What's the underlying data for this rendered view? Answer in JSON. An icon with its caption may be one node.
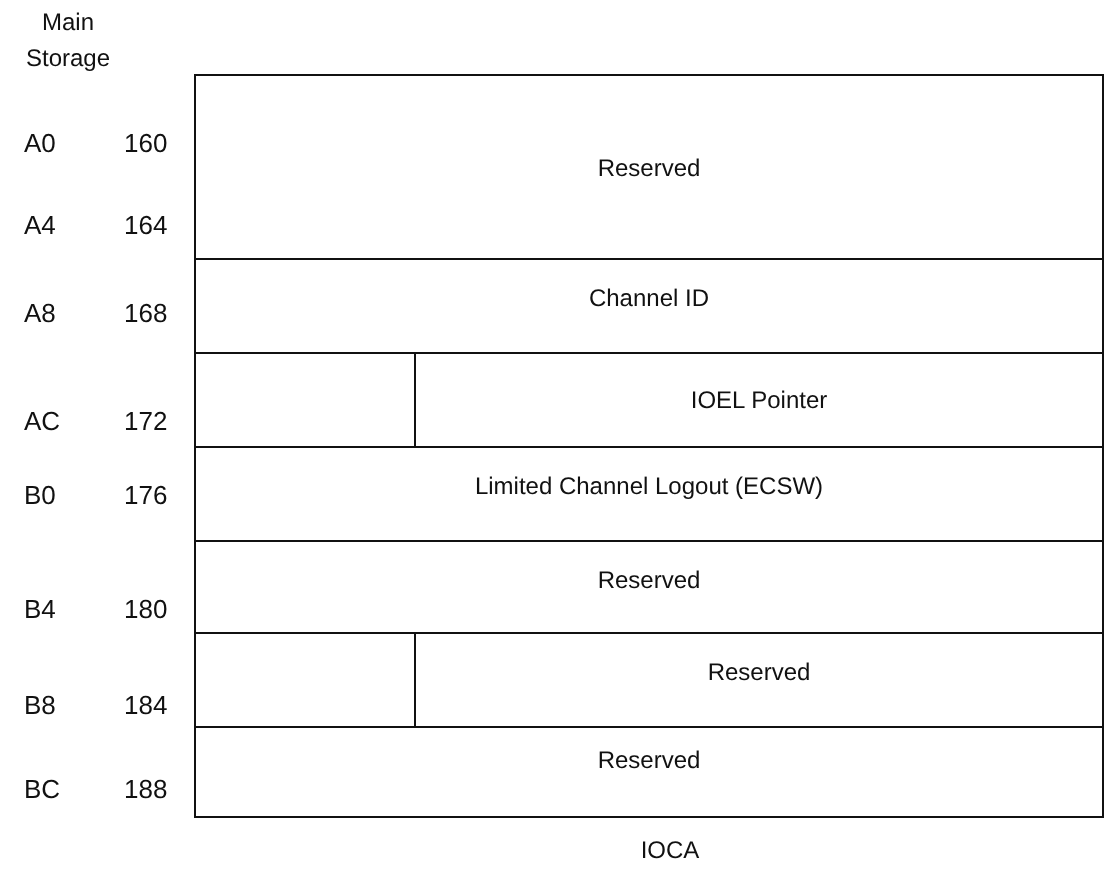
{
  "diagram": {
    "caption": "IOCA",
    "nodes": [
      {
        "text": [
          "Reserved"
        ]
      },
      {
        "text": [
          "Channel ID"
        ]
      },
      {
        "text": [],
        "shape": "box"
      },
      {
        "text": [
          "IOEL Pointer"
        ]
      },
      {
        "text": [
          "Limited Channel Logout (ECSW)"
        ]
      },
      {
        "text": [
          "Reserved"
        ]
      },
      {
        "text": [],
        "shape": "box"
      },
      {
        "text": [
          "Reserved"
        ]
      },
      {
        "text": [
          "Reserved"
        ]
      }
    ],
    "labels": [
      "Main Storage",
      "A0",
      "160",
      "A4",
      "164",
      "A8",
      "168",
      "AC",
      "172",
      "B0",
      "176",
      "B4",
      "180",
      "B8",
      "184",
      "BC",
      "188"
    ]
  }
}
